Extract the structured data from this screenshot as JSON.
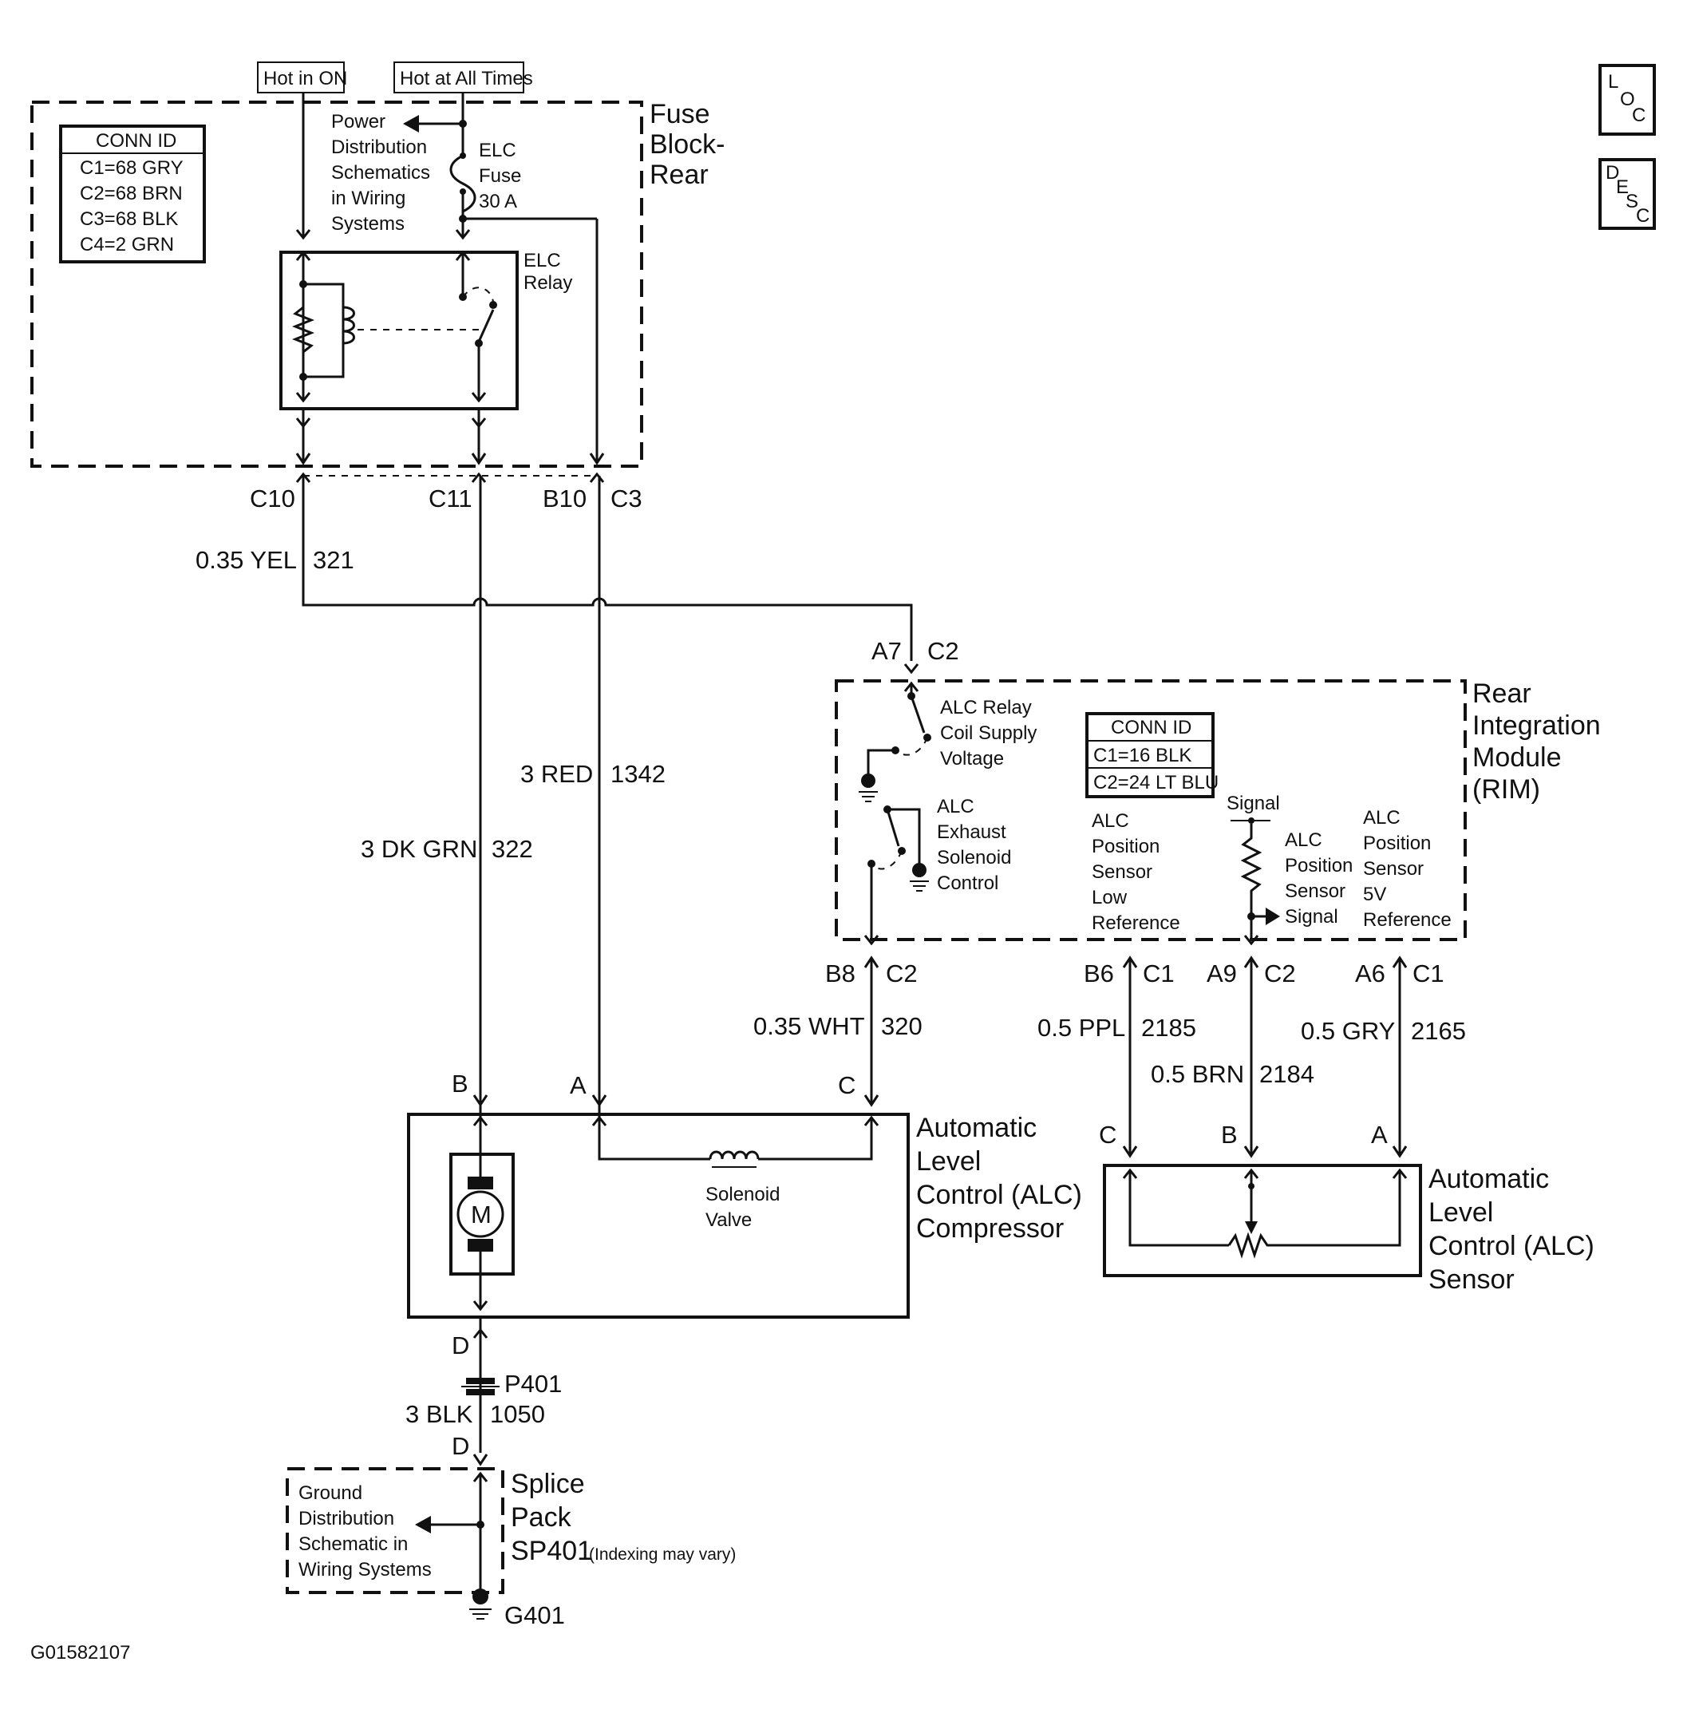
{
  "header": {
    "hot_in_on": "Hot in ON",
    "hot_at_all_times": "Hot at All Times",
    "loc_icon": "LOC",
    "desc_icon": "DESC"
  },
  "fuse_block": {
    "title": [
      "Fuse",
      "Block-",
      "Rear"
    ],
    "conn_id": {
      "heading": "CONN ID",
      "rows": [
        "C1=68 GRY",
        "C2=68 BRN",
        "C3=68 BLK",
        "C4=2 GRN"
      ]
    },
    "power_note": [
      "Power",
      "Distribution",
      "Schematics",
      "in Wiring",
      "Systems"
    ],
    "fuse_label": [
      "ELC",
      "Fuse",
      "30 A"
    ],
    "relay_label": [
      "ELC",
      "Relay"
    ]
  },
  "fuse_block_pins": {
    "c10": "C10",
    "c11": "C11",
    "b10": "B10",
    "c3": "C3"
  },
  "wires": {
    "w321_color": "0.35 YEL",
    "w321_circuit": "321",
    "w1342_color": "3 RED",
    "w1342_circuit": "1342",
    "w322_color": "3 DK GRN",
    "w322_circuit": "322",
    "w320_color": "0.35 WHT",
    "w320_circuit": "320",
    "w2185_color": "0.5 PPL",
    "w2185_circuit": "2185",
    "w2184_color": "0.5 BRN",
    "w2184_circuit": "2184",
    "w2165_color": "0.5 GRY",
    "w2165_circuit": "2165",
    "w1050_color": "3 BLK",
    "w1050_circuit": "1050"
  },
  "rim": {
    "title": [
      "Rear",
      "Integration",
      "Module",
      "(RIM)"
    ],
    "top_pin": "A7",
    "top_conn": "C2",
    "conn_id": {
      "heading": "CONN ID",
      "rows": [
        "C1=16 BLK",
        "C2=24 LT BLU"
      ]
    },
    "relay_supply_label": [
      "ALC Relay",
      "Coil Supply",
      "Voltage"
    ],
    "exhaust_label": [
      "ALC",
      "Exhaust",
      "Solenoid",
      "Control"
    ],
    "low_ref_label": [
      "ALC",
      "Position",
      "Sensor",
      "Low",
      "Reference"
    ],
    "signal_label": "Signal",
    "sensor_signal_label": [
      "ALC",
      "Position",
      "Sensor",
      "Signal"
    ],
    "ref5v_label": [
      "ALC",
      "Position",
      "Sensor",
      "5V",
      "Reference"
    ],
    "pins": {
      "b8": "B8",
      "b8_conn": "C2",
      "b6": "B6",
      "b6_conn": "C1",
      "a9": "A9",
      "a9_conn": "C2",
      "a6": "A6",
      "a6_conn": "C1"
    }
  },
  "compressor": {
    "title": [
      "Automatic",
      "Level",
      "Control (ALC)",
      "Compressor"
    ],
    "pin_b": "B",
    "pin_a": "A",
    "pin_c": "C",
    "pin_d": "D",
    "motor": "M",
    "solenoid_label": [
      "Solenoid",
      "Valve"
    ]
  },
  "sensor": {
    "title": [
      "Automatic",
      "Level",
      "Control (ALC)",
      "Sensor"
    ],
    "pin_c": "C",
    "pin_b": "B",
    "pin_a": "A"
  },
  "ground": {
    "connector": "P401",
    "pin_d": "D",
    "splice_title": [
      "Splice",
      "Pack",
      "SP401"
    ],
    "indexing_note": "(Indexing may vary)",
    "ground_note": [
      "Ground",
      "Distribution",
      "Schematic in",
      "Wiring Systems"
    ],
    "ground_id": "G401"
  },
  "figure_id": "G01582107"
}
